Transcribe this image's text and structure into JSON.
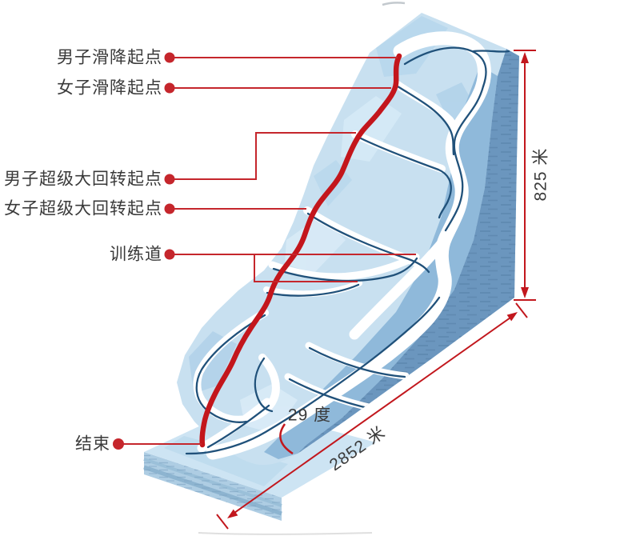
{
  "diagram": {
    "type": "isometric-ski-slope-infographic",
    "callouts": [
      {
        "label": "男子滑降起点"
      },
      {
        "label": "女子滑降起点"
      },
      {
        "label": "男子超级大回转起点"
      },
      {
        "label": "女子超级大回转起点"
      },
      {
        "label": "训练道"
      },
      {
        "label": "结束"
      }
    ],
    "dimensions": {
      "vertical_drop": "825 米",
      "slope_length": "2852 米",
      "slope_angle": "29 度"
    },
    "colors": {
      "course_red": "#c3161c",
      "callout_red": "#c5262c",
      "dimension_red": "#c2171d",
      "trail_white": "#ffffff",
      "trail_edge_navy": "#20517a",
      "mountain_light_blue": "#c8e0f0",
      "mountain_shade_blue": "#8fb9da",
      "cliff_blue": "#6b96be",
      "platform_blue": "#cde4f3",
      "label_text": "#3a3a3a"
    }
  }
}
